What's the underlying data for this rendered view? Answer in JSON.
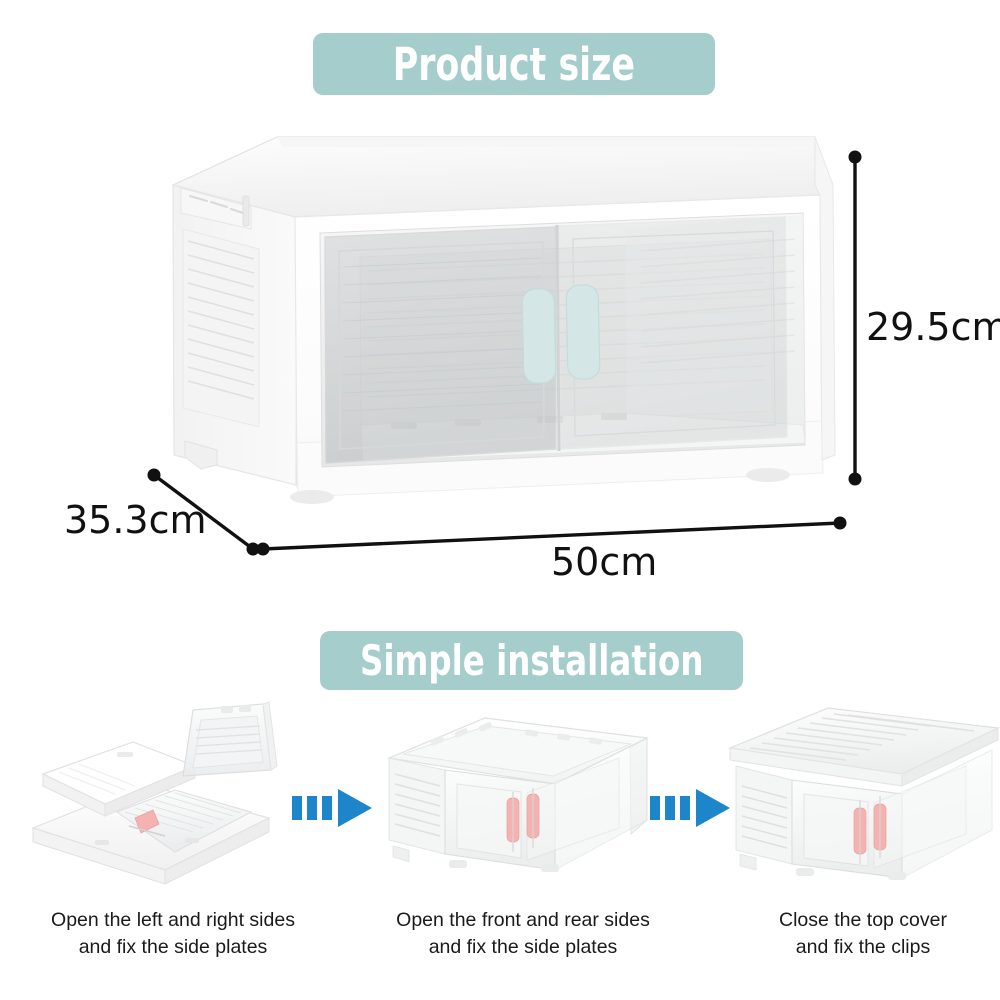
{
  "page": {
    "background_color": "#ffffff",
    "accent_banner_color": "#a4cdcb",
    "arrow_color": "#1d85c9",
    "handle_color_hero": "#d4e7e6",
    "handle_color_steps": "#f4b3b0",
    "dimension_line_color": "#111111"
  },
  "sections": {
    "product_size": {
      "banner_label": "Product size",
      "dimensions": {
        "height": "29.5cm",
        "depth": "35.3cm",
        "width": "50cm"
      },
      "product_name": "folding-storage-box"
    },
    "simple_installation": {
      "banner_label": "Simple installation",
      "steps": [
        {
          "index": "1",
          "image_name": "folded-box-opening-sides",
          "caption_line_1": "Open the left and right sides",
          "caption_line_2": "and fix the side plates"
        },
        {
          "index": "2",
          "image_name": "box-front-rear-assembled",
          "caption_line_1": "Open the front and rear sides",
          "caption_line_2": "and fix the side plates"
        },
        {
          "index": "3",
          "image_name": "box-with-top-cover-closed",
          "caption_line_1": "Close the top cover",
          "caption_line_2": "and fix the clips"
        }
      ],
      "arrows": [
        {
          "name": "arrow-step-1-to-2"
        },
        {
          "name": "arrow-step-2-to-3"
        }
      ]
    }
  }
}
